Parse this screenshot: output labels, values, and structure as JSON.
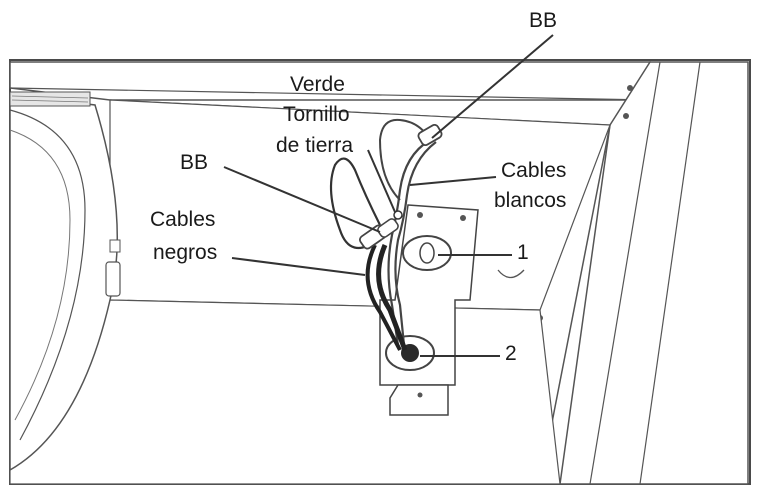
{
  "labels": {
    "bb_top": "BB",
    "verde": "Verde",
    "tornillo": "Tornillo",
    "de_tierra": "de tierra",
    "bb_left": "BB",
    "cables_blancos_line1": "Cables",
    "cables_blancos_line2": "blancos",
    "cables_negros_line1": "Cables",
    "cables_negros_line2": "negros",
    "num_1": "1",
    "num_2": "2"
  },
  "colors": {
    "line": "#3a3a3a",
    "wire_black": "#2a2a2a",
    "panel_fill": "#ffffff",
    "shade": "#d9d9d9"
  }
}
